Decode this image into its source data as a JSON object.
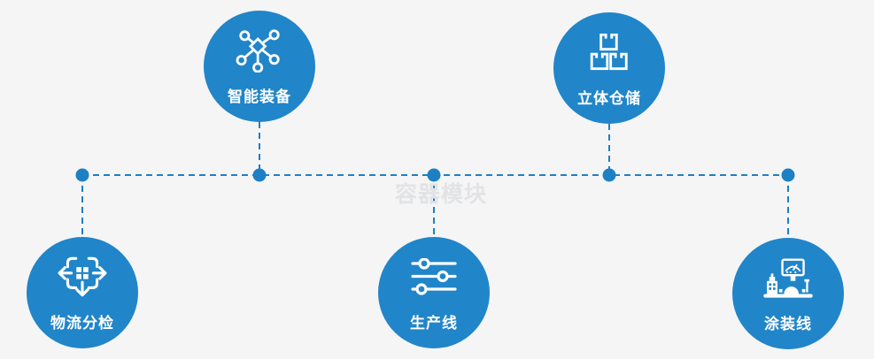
{
  "canvas": {
    "background_color": "#f5f5f6",
    "node_color": "#2185c9",
    "connector_color": "#1e80c4",
    "label_color": "#ffffff",
    "watermark_color": "#e2e3e5"
  },
  "watermark": "容器模块",
  "nodes": [
    {
      "label": "智能装备",
      "icon": "network-nodes-icon",
      "position": "top-left"
    },
    {
      "label": "立体仓储",
      "icon": "stacked-boxes-icon",
      "position": "top-right"
    },
    {
      "label": "物流分检",
      "icon": "sort-arrows-icon",
      "position": "bottom-left"
    },
    {
      "label": "生产线",
      "icon": "sliders-icon",
      "position": "bottom-center"
    },
    {
      "label": "涂装线",
      "icon": "paint-machine-icon",
      "position": "bottom-right"
    }
  ]
}
